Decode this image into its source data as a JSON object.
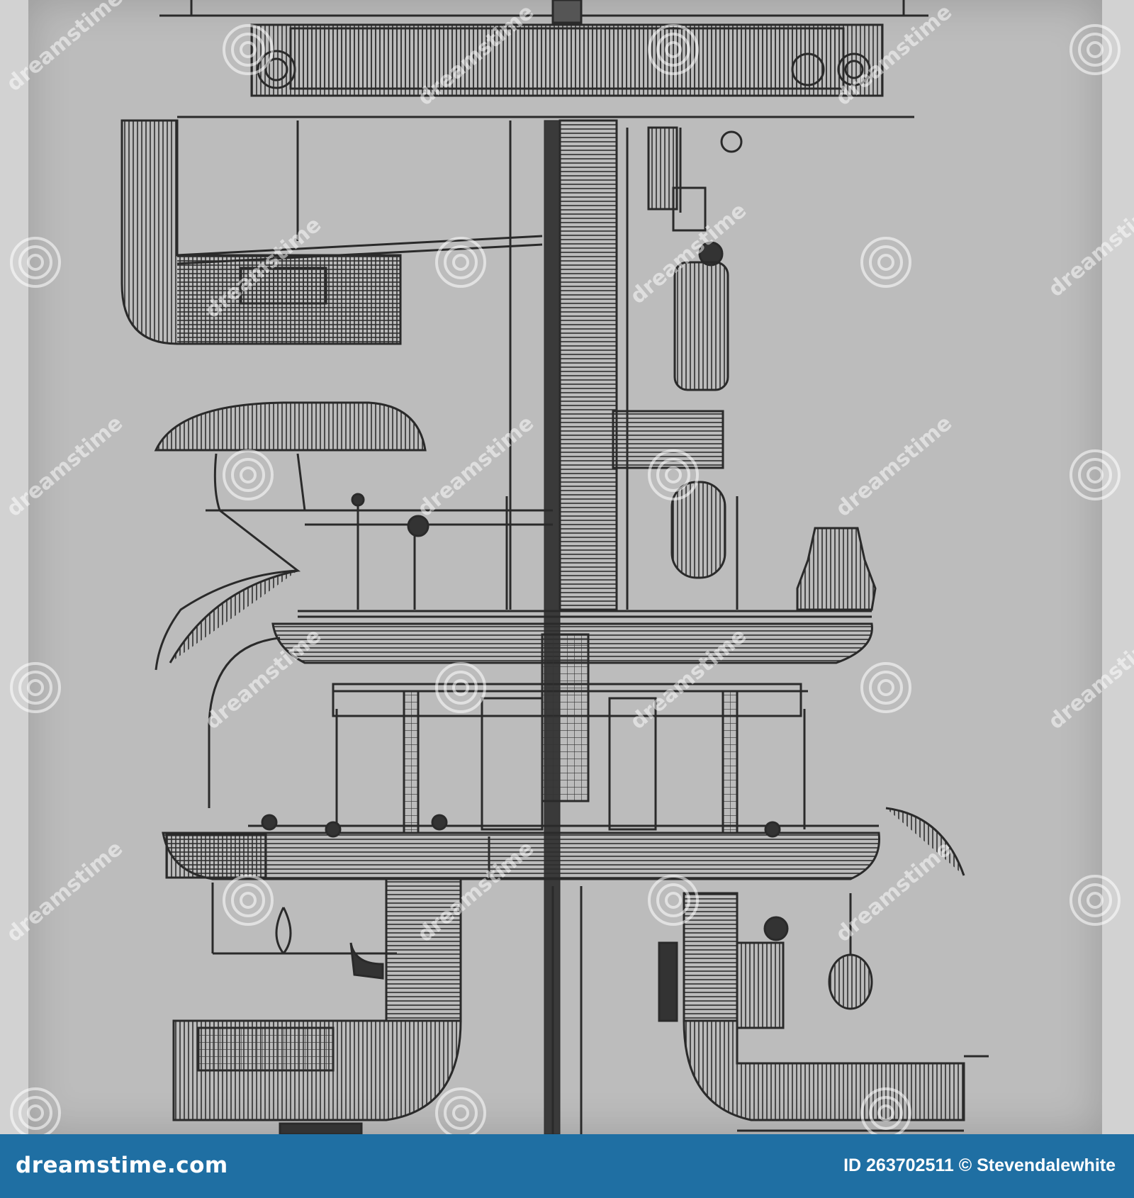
{
  "image": {
    "subject": "technical line drawing of a vertical industrial machine",
    "palette": {
      "background": "#bcbcbc",
      "ink": "#2a2a2a",
      "hatch": "#3a3a3a",
      "footer": "#1f6fa3",
      "footer_text": "#ffffff",
      "watermark": "#ffffff"
    }
  },
  "watermark": {
    "text": "dreamstime",
    "icon": "spiral-logo-icon"
  },
  "footer": {
    "logo_text": "dreamstime.com",
    "id_text": "ID 263702511 © Stevendalewhite"
  }
}
